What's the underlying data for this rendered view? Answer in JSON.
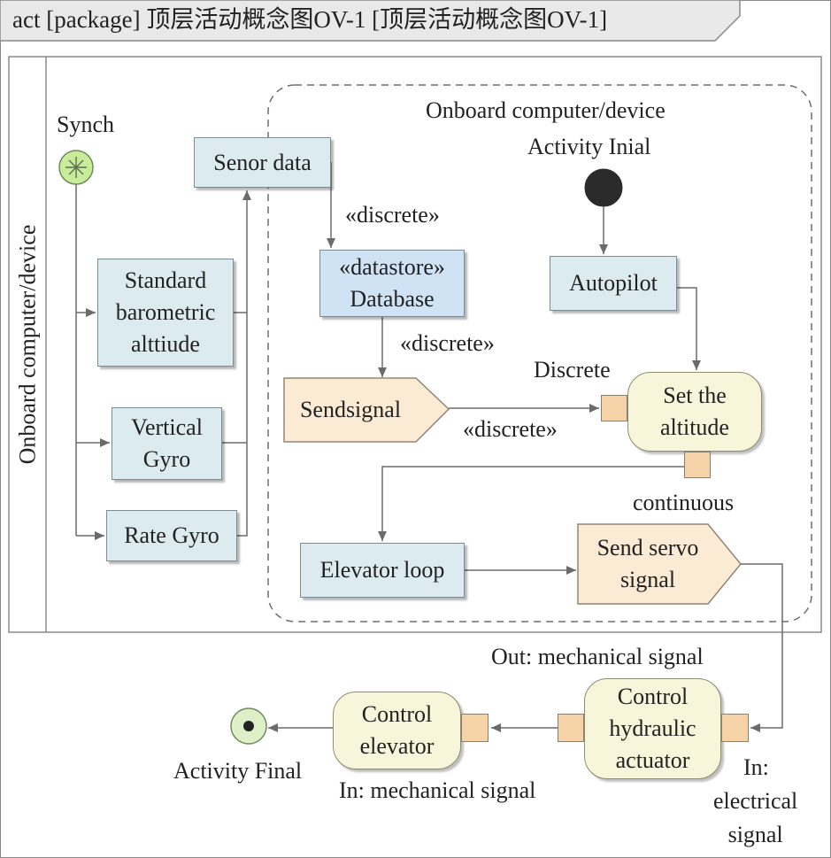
{
  "diagram": {
    "title": "act [package] 顶层活动概念图OV-1 [顶层活动概念图OV-1]",
    "swimlane_label": "Onboard computer/device",
    "region": {
      "label_line1": "Onboard computer/device",
      "label_line2": "Activity Inial"
    },
    "synch_label": "Synch",
    "actions": {
      "senor_data": "Senor data",
      "database_l1": "«datastore»",
      "database_l2": "Database",
      "baro_l1": "Standard",
      "baro_l2": "barometric",
      "baro_l3": "alttiude",
      "vgyro_l1": "Vertical",
      "vgyro_l2": "Gyro",
      "rate_gyro": "Rate Gyro",
      "autopilot": "Autopilot",
      "sendsignal": "Sendsignal",
      "set_alt_l1": "Set the",
      "set_alt_l2": "altitude",
      "elevator_loop": "Elevator loop",
      "servo_l1": "Send servo",
      "servo_l2": "signal",
      "hyd_l1": "Control",
      "hyd_l2": "hydraulic",
      "hyd_l3": "actuator",
      "elev_l1": "Control",
      "elev_l2": "elevator"
    },
    "edge_labels": {
      "discrete_1": "«discrete»",
      "discrete_2": "«discrete»",
      "discrete_3": "«discrete»",
      "discrete_pin": "Discrete",
      "continuous": "continuous",
      "out_mech": "Out: mechanical signal",
      "in_mech": "In: mechanical signal",
      "in_elec_l1": "In:",
      "in_elec_l2": "electrical",
      "in_elec_l3": "signal",
      "activity_final": "Activity Final"
    },
    "colors": {
      "action_fill": "#dcebf0",
      "datastore_fill": "#cfe3f5",
      "signal_fill": "#fcebd4",
      "callbehavior_fill": "#f7f6da",
      "pin_fill": "#f6d2a8",
      "synch_fill": "#c9ec9b",
      "initial_fill": "#2b2b2b",
      "edge": "#6b6b6b"
    }
  }
}
